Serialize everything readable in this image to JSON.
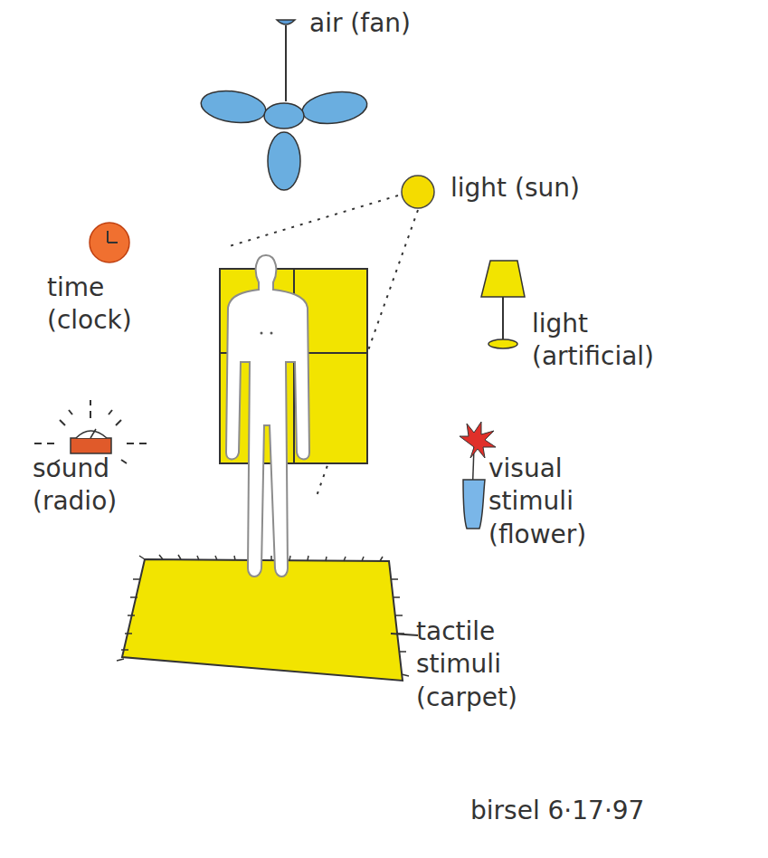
{
  "diagram": {
    "labels": [
      "air (fan)",
      "light (sun)",
      "time (clock)",
      "sound (radio)",
      "light (artificial)",
      "visual stimuli (flower)",
      "tactile stimuli (carpet)",
      "birsel 6·17·97"
    ]
  }
}
